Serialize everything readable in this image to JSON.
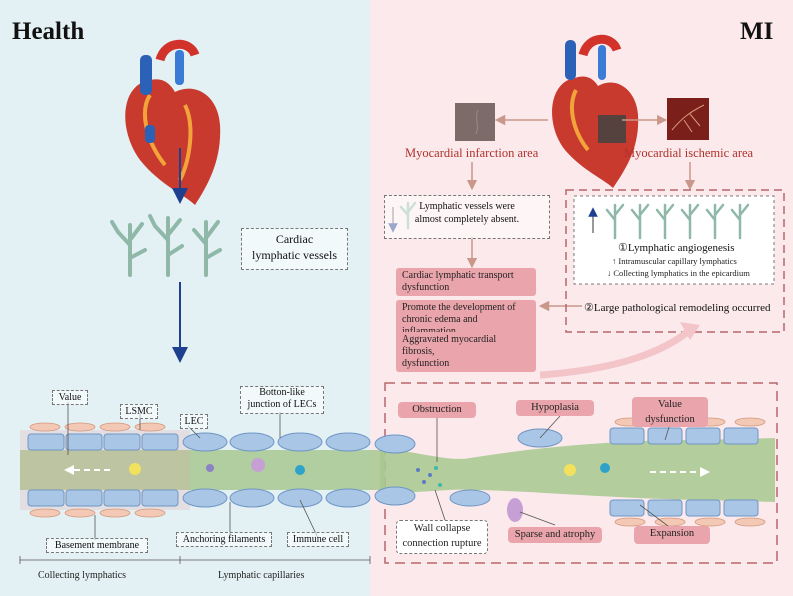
{
  "titles": {
    "health": "Health",
    "mi": "MI"
  },
  "health": {
    "cardiac_lymphatic_vessels": "Cardiac\nlymphatic vessels",
    "labels": {
      "value": "Value",
      "lsmc": "LSMC",
      "lec": "LEC",
      "botton": "Botton-like\njunction of LECs",
      "basement": "Basement membrane",
      "anchoring": "Anchoring filaments",
      "immune": "Immune cell",
      "collecting": "Collecting lymphatics",
      "capillaries": "Lymphatic capillaries"
    }
  },
  "mi": {
    "infarction_area": "Myocardial infarction area",
    "ischemic_area": "Myocardial ischemic area",
    "absent": "Lymphatic vessels were\nalmost completely absent.",
    "consequences": [
      "Cardiac lymphatic transport\ndysfunction",
      "Promote the development of\nchronic edema and inflammation",
      "Aggravated myocardial fibrosis,\ndysfunction"
    ],
    "angiogenesis": "①Lymphatic angiogenesis",
    "intramuscular": "↑ Intramuscular capillary lymphatics",
    "collecting_epi": "↓ Collecting lymphatics in the epicardium",
    "remodeling": "②Large pathological remodeling occurred",
    "pathology": {
      "obstruction": "Obstruction",
      "hypoplasia": "Hypoplasia",
      "value_dysfunction": "Value\ndysfunction",
      "wall_collapse": "Wall collapse\nconnection rupture",
      "sparse": "Sparse and atrophy",
      "expansion": "Expansion"
    }
  },
  "colors": {
    "health_bg": "#e3f1f4",
    "mi_bg": "#fbe9ec",
    "arrow_blue": "#1f3f8f",
    "accent_red": "#b0322a",
    "pink_box": "#e9a5ab"
  }
}
